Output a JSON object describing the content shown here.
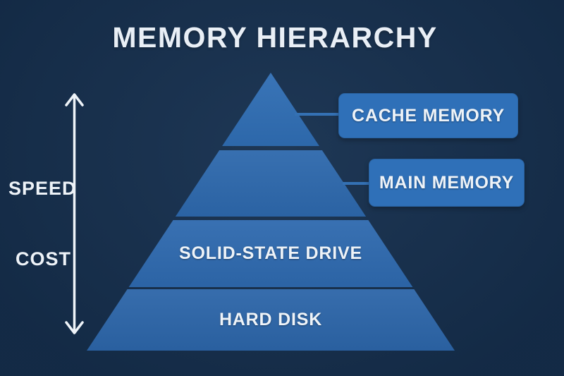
{
  "title": "MEMORY HIERARCHY",
  "axis": {
    "up_label": "SPEED",
    "down_label": "COST",
    "arrow_icon": "double-headed-vertical-arrow"
  },
  "pyramid": {
    "tiers": [
      {
        "level": 1,
        "label": "CACHE MEMORY",
        "label_placement": "callout-right"
      },
      {
        "level": 2,
        "label": "MAIN MEMORY",
        "label_placement": "callout-right"
      },
      {
        "level": 3,
        "label": "SOLID-STATE DRIVE",
        "label_placement": "inside"
      },
      {
        "level": 4,
        "label": "HARD DISK",
        "label_placement": "inside"
      }
    ]
  },
  "colors": {
    "background": "#16304f",
    "tier1_fill": "#2f6db3",
    "tier2_fill": "#2d68ac",
    "tier3_fill": "#2e69ae",
    "tier4_fill": "#2c65a8",
    "callout_fill": "#2f70b8",
    "connector": "#3471b4",
    "text": "#eef3f8",
    "title_text": "#e9eff6",
    "arrow": "#eef3f8"
  }
}
